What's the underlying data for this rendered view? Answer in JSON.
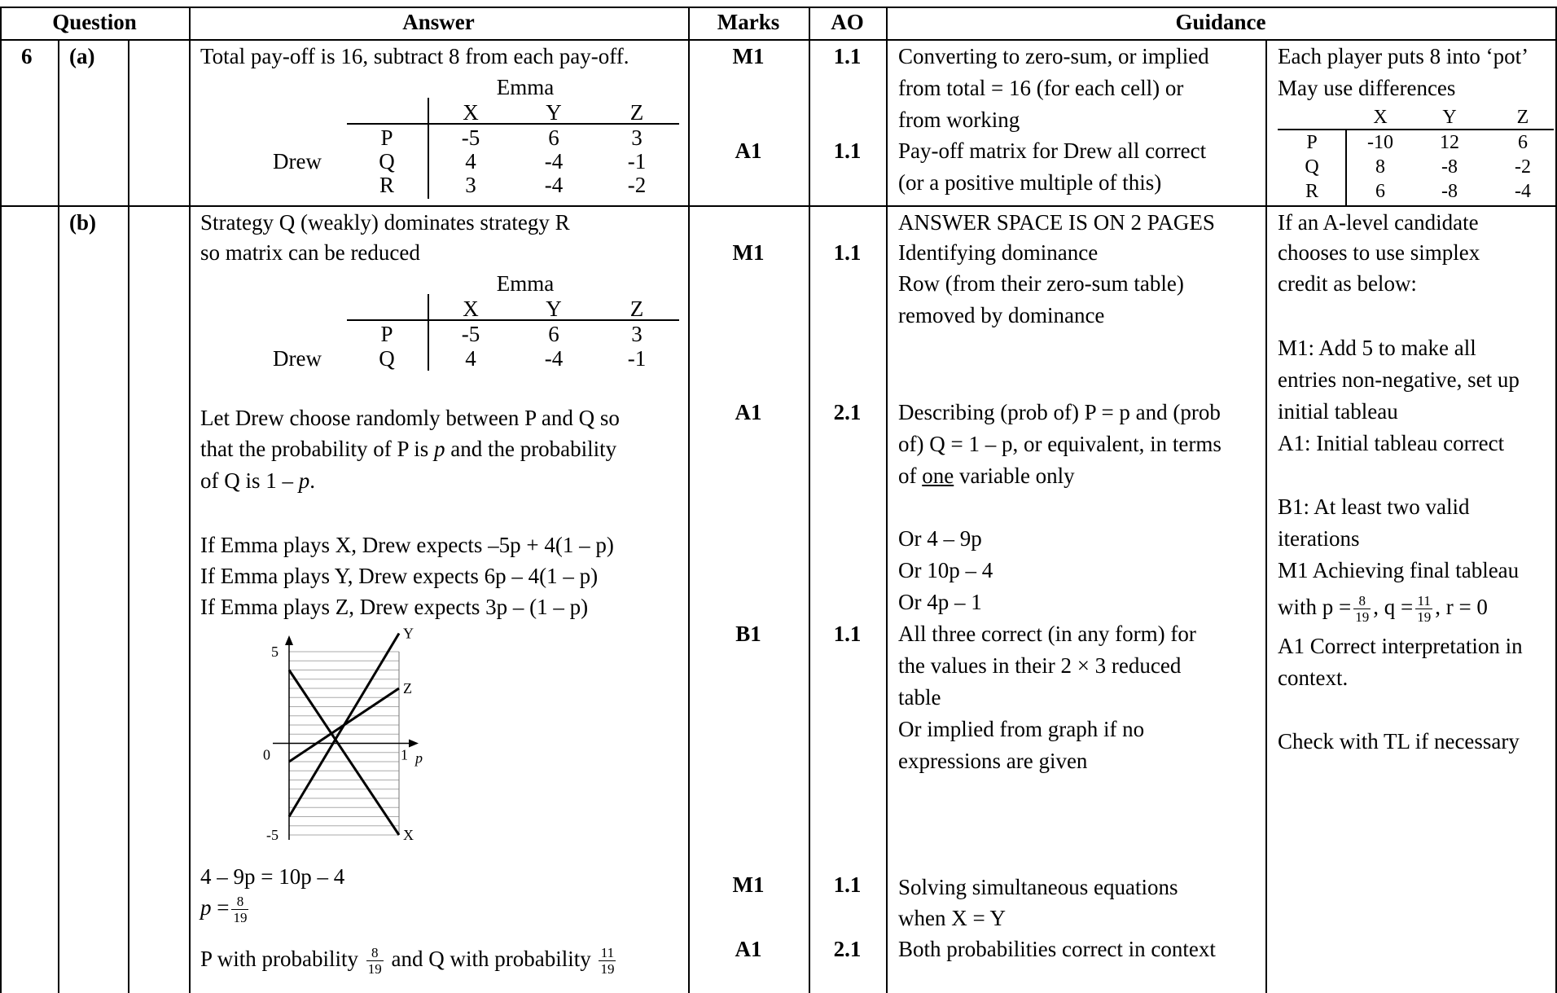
{
  "header": {
    "question": "Question",
    "answer": "Answer",
    "marks": "Marks",
    "ao": "AO",
    "guidance": "Guidance"
  },
  "q6": {
    "number": "6",
    "a": {
      "label": "(a)",
      "answer_line": "Total pay-off is 16, subtract 8 from each pay-off.",
      "table": {
        "col_title": "Emma",
        "row_title": "Drew",
        "cols": [
          "X",
          "Y",
          "Z"
        ],
        "rows": [
          "P",
          "Q",
          "R"
        ],
        "values": [
          [
            "-5",
            "6",
            "3"
          ],
          [
            "4",
            "-4",
            "-1"
          ],
          [
            "3",
            "-4",
            "-2"
          ]
        ]
      },
      "marks": [
        {
          "mark": "M1",
          "ao": "1.1"
        },
        {
          "mark": "A1",
          "ao": "1.1"
        }
      ],
      "guidance": [
        "Converting to zero-sum, or implied",
        "from total = 16 (for each cell) or",
        "from working",
        "Pay-off matrix for Drew all correct",
        "(or a positive multiple of this)"
      ],
      "extra": [
        "Each player puts 8 into ‘pot’",
        "May use differences"
      ],
      "extra_table": {
        "cols": [
          "X",
          "Y",
          "Z"
        ],
        "rows": [
          "P",
          "Q",
          "R"
        ],
        "values": [
          [
            "-10",
            "12",
            "6"
          ],
          [
            "8",
            "-8",
            "-2"
          ],
          [
            "6",
            "-8",
            "-4"
          ]
        ]
      }
    },
    "b": {
      "label": "(b)",
      "intro": [
        "Strategy Q (weakly) dominates strategy R",
        "so matrix can be reduced"
      ],
      "table": {
        "col_title": "Emma",
        "row_title": "Drew",
        "cols": [
          "X",
          "Y",
          "Z"
        ],
        "rows": [
          "P",
          "Q"
        ],
        "values": [
          [
            "-5",
            "6",
            "3"
          ],
          [
            "4",
            "-4",
            "-1"
          ]
        ]
      },
      "let_line1": "Let Drew choose randomly between P and Q so",
      "let_line2_a": "that the probability of P is ",
      "let_line2_b": " and the probability",
      "let_line3": "of Q is 1 – ",
      "p": "p",
      "expect_prefix": [
        "If Emma plays X, Drew expects",
        "If Emma plays Y, Drew expects",
        "If Emma plays Z, Drew expects"
      ],
      "expect_expr": [
        "–5p + 4(1 – p)",
        "6p – 4(1 – p)",
        "3p – (1 – p)"
      ],
      "graph": {
        "y_top": "5",
        "y_bottom": "-5",
        "origin": "0",
        "x_end": "1",
        "x_label": "p",
        "line_labels": [
          "Y",
          "Z",
          "X"
        ]
      },
      "chart_data": {
        "type": "line",
        "xlabel": "p",
        "xlim": [
          0,
          1
        ],
        "ylim": [
          -5,
          5
        ],
        "series": [
          {
            "name": "X",
            "x": [
              0,
              1
            ],
            "y": [
              4,
              -5
            ]
          },
          {
            "name": "Y",
            "x": [
              0,
              1
            ],
            "y": [
              -4,
              6
            ]
          },
          {
            "name": "Z",
            "x": [
              0,
              1
            ],
            "y": [
              -1,
              3
            ]
          }
        ],
        "grid": true
      },
      "eq_line": "4 – 9p = 10p – 4",
      "p_eq": "p =",
      "frac_8_19": {
        "n": "8",
        "d": "19"
      },
      "frac_11_19": {
        "n": "11",
        "d": "19"
      },
      "final_a": "P with probability ",
      "final_b": " and Q with probability ",
      "marks": [
        {
          "mark": "M1",
          "ao": "1.1"
        },
        {
          "mark": "A1",
          "ao": "2.1"
        },
        {
          "mark": "B1",
          "ao": "1.1"
        },
        {
          "mark": "M1",
          "ao": "1.1"
        },
        {
          "mark": "A1",
          "ao": "2.1"
        }
      ],
      "guidance_1": [
        "ANSWER SPACE IS ON 2 PAGES",
        "Identifying dominance",
        "Row (from their zero-sum table)",
        "removed by dominance"
      ],
      "guidance_2a": "Describing (prob of) P = p and (prob",
      "guidance_2b": "of) Q = 1 – p, or equivalent, in terms",
      "guidance_2c_a": "of ",
      "guidance_2c_u": "one",
      "guidance_2c_b": " variable only",
      "guidance_3": [
        "Or 4 – 9p",
        "Or 10p – 4",
        "Or 4p – 1",
        "All three correct (in any form) for",
        "the values in their 2 × 3 reduced",
        "table",
        "Or implied from graph if no",
        "expressions are given"
      ],
      "guidance_4": [
        "Solving simultaneous equations",
        "when X = Y",
        "Both probabilities correct in context"
      ],
      "extra_1": [
        "If an A-level candidate",
        "chooses to use simplex",
        "credit as below:"
      ],
      "extra_2": [
        "M1: Add 5 to make all",
        "entries non-negative, set up",
        "initial tableau",
        "A1: Initial tableau correct"
      ],
      "extra_3": [
        "B1:  At least two valid",
        "iterations",
        "M1 Achieving final tableau"
      ],
      "extra_3_with": "with p =",
      "extra_3_q": ", q =",
      "extra_3_r": ", r = 0",
      "extra_4": [
        "A1 Correct interpretation in",
        "context."
      ],
      "extra_5": "Check with TL if necessary"
    }
  }
}
